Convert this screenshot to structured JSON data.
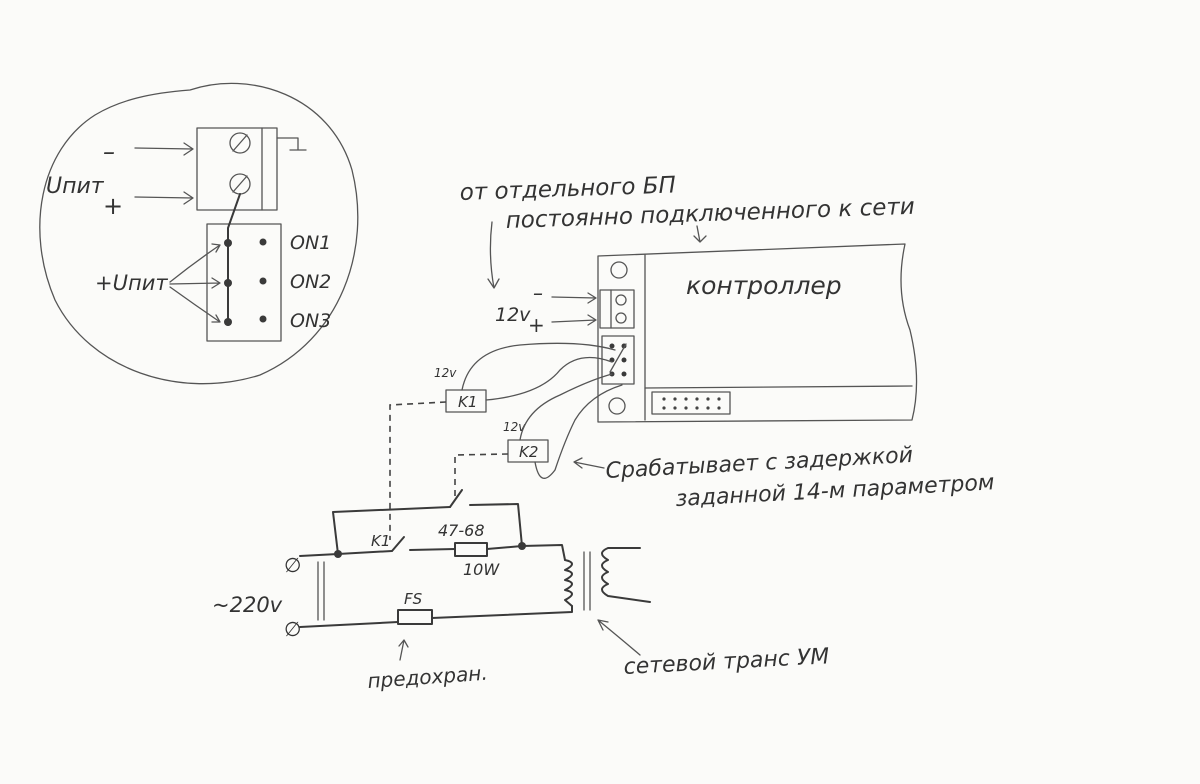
{
  "inset": {
    "supply_label": "Uпит",
    "minus_label": "–",
    "plus_label": "+",
    "bus_label": "+Uпит",
    "outputs": [
      "ON1",
      "ON2",
      "ON3"
    ]
  },
  "controller": {
    "title": "контроллер",
    "note_line1": "от отдельного БП",
    "note_line2": "постоянно подключенного к сети",
    "supply_label": "12v",
    "minus_label": "–",
    "plus_label": "+"
  },
  "relays": [
    {
      "name": "K1",
      "coil_voltage": "12v"
    },
    {
      "name": "K2",
      "coil_voltage": "12v"
    }
  ],
  "k2_note_line1": "Срабатывает с задержкой",
  "k2_note_line2": "заданной 14-м параметром",
  "mains": {
    "voltage_label": "~220v",
    "contact_label": "K1",
    "resistor_value": "47-68",
    "resistor_power": "10W",
    "fuse_label": "FS",
    "fuse_note": "предохран.",
    "transformer_note": "сетевой транс УМ"
  }
}
